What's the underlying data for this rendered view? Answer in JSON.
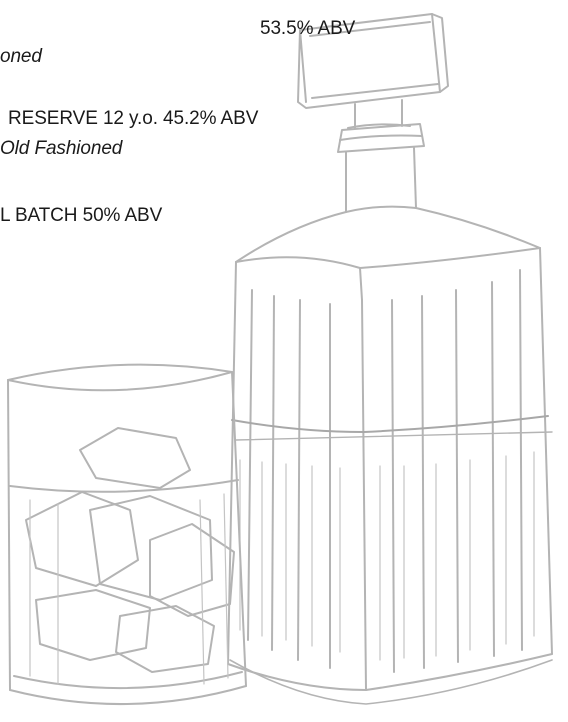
{
  "menu": {
    "items": [
      {
        "name": "53.5% ABV",
        "serve": "oned"
      },
      {
        "name": "RESERVE 12 y.o. 45.2% ABV",
        "serve": "Old Fashioned"
      },
      {
        "name": "L BATCH 50% ABV"
      }
    ]
  },
  "colors": {
    "text": "#1a1a1a",
    "sketch": "#b4b4b4",
    "background": "#ffffff"
  },
  "illustration": {
    "icons": [
      "decanter-icon",
      "rocks-glass-icon"
    ]
  }
}
